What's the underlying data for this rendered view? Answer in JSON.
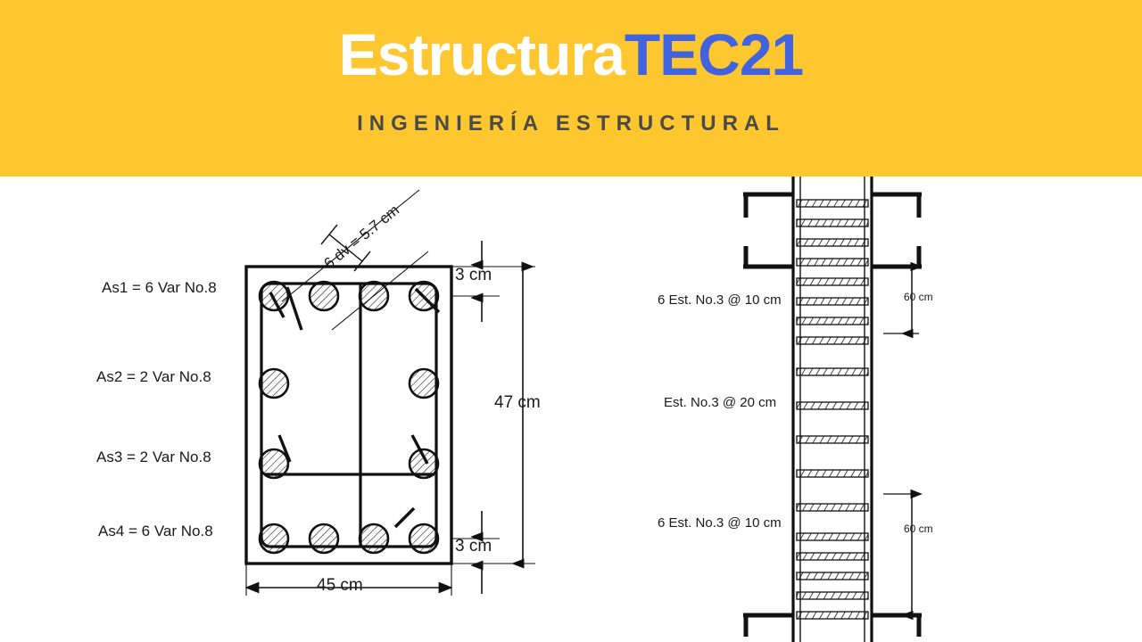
{
  "banner": {
    "logo_white": "Estructura",
    "logo_blue": "TEC21",
    "tagline": "INGENIERÍA ESTRUCTURAL",
    "background_color": "#FFC72F",
    "white_color": "#FFFFFF",
    "blue_color": "#4263E0",
    "tagline_color": "#4A4A48"
  },
  "cross_section": {
    "title_note": "Beam/column cross-section with longitudinal reinforcement",
    "rebar_labels": [
      {
        "id": "As1",
        "text": "As1 = 6 Var No.8",
        "quantity": 6,
        "bar_size": "No.8"
      },
      {
        "id": "As2",
        "text": "As2 = 2 Var No.8",
        "quantity": 2,
        "bar_size": "No.8"
      },
      {
        "id": "As3",
        "text": "As3 = 2 Var No.8",
        "quantity": 2,
        "bar_size": "No.8"
      },
      {
        "id": "As4",
        "text": "As4 = 6 Var No.8",
        "quantity": 6,
        "bar_size": "No.8"
      }
    ],
    "spacing_callout": "6 dv = 5.7 cm",
    "cover_top": "3 cm",
    "cover_bottom": "3 cm",
    "height": "47 cm",
    "width": "45 cm"
  },
  "elevation": {
    "top_stirrup_zone": "6 Est. No.3 @ 10 cm",
    "middle_stirrup_zone": "Est. No.3 @ 20 cm",
    "bottom_stirrup_zone": "6 Est. No.3 @ 10 cm",
    "top_confined_length": "60 cm",
    "bottom_confined_length": "60 cm"
  }
}
